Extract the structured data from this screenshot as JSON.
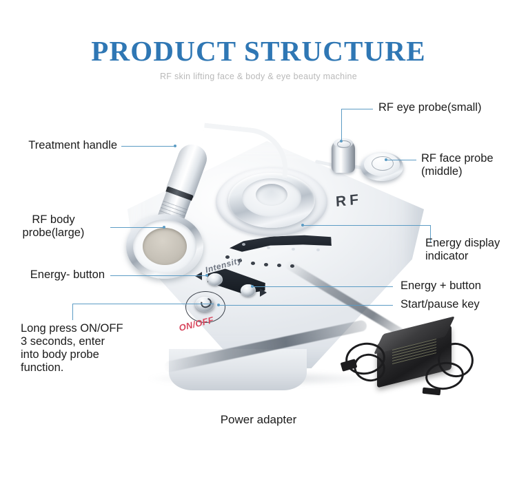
{
  "header": {
    "title": "PRODUCT STRUCTURE",
    "subtitle": "RF skin lifting face & body & eye beauty machine",
    "title_color": "#2f77b4",
    "subtitle_color": "#b9b9b9"
  },
  "callouts": {
    "treatment_handle": "Treatment handle",
    "rf_eye_probe": "RF eye probe(small)",
    "rf_face_probe_line1": "RF face probe",
    "rf_face_probe_line2": "(middle)",
    "rf_body_probe_line1": "RF body",
    "rf_body_probe_line2": "probe(large)",
    "energy_display_line1": "Energy display",
    "energy_display_line2": "indicator",
    "energy_minus_button": "Energy- button",
    "energy_plus_button": "Energy + button",
    "start_pause_key": "Start/pause key",
    "long_press_line1": "Long press ON/OFF",
    "long_press_line2": "3 seconds, enter",
    "long_press_line3": "into body probe",
    "long_press_line4": "function.",
    "power_adapter": "Power adapter",
    "leader_color": "#5b9bc4"
  },
  "device": {
    "rf_logo": "RF",
    "intensity_label": "Intensity",
    "onoff_label": "ON/OFF",
    "onoff_label_color": "#d8455c",
    "body_color": "#f4f6f8",
    "panel_color": "#1d232b",
    "led_dot_count": 6,
    "led_tick_count": 4
  }
}
